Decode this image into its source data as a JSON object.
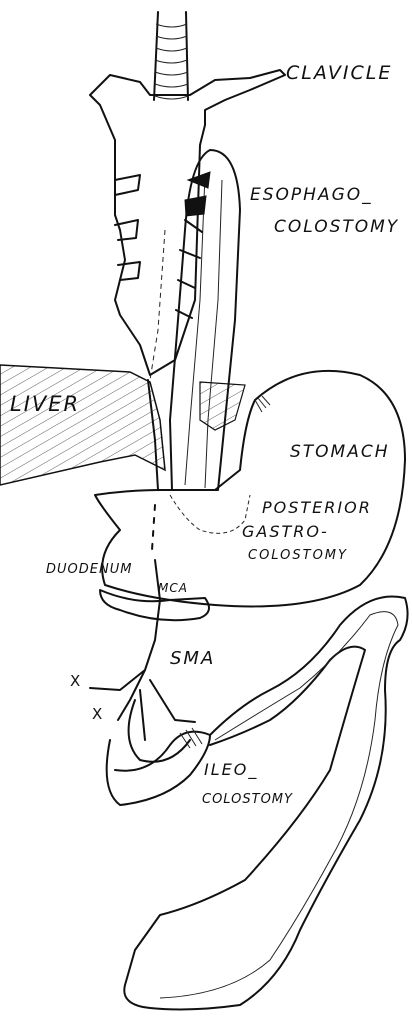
{
  "diagram": {
    "labels": {
      "clavicle": "CLAVICLE",
      "esophago_1": "ESOPHAGO_",
      "esophago_2": "COLOSTOMY",
      "liver": "LIVER",
      "stomach": "STOMACH",
      "posterior_1": "POSTERIOR",
      "posterior_2": "GASTRO-",
      "posterior_3": "COLOSTOMY",
      "duodenum": "DUODENUM",
      "mca": "MCA",
      "sma": "SMA",
      "x1": "X",
      "x2": "X",
      "ileo_1": "ILEO_",
      "ileo_2": "COLOSTOMY"
    }
  }
}
